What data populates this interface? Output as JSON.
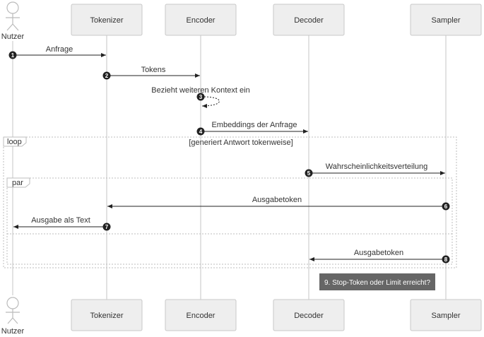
{
  "participants": {
    "nutzer": "Nutzer",
    "tokenizer": "Tokenizer",
    "encoder": "Encoder",
    "decoder": "Decoder",
    "sampler": "Sampler"
  },
  "messages": {
    "m1": {
      "num": "1",
      "label": "Anfrage"
    },
    "m2": {
      "num": "2",
      "label": "Tokens"
    },
    "m3": {
      "num": "3",
      "label": "Bezieht weiteren Kontext ein"
    },
    "m4": {
      "num": "4",
      "label": "Embeddings der Anfrage"
    },
    "m5": {
      "num": "5",
      "label": "Wahrscheinlichkeitsverteilung"
    },
    "m6": {
      "num": "6",
      "label": "Ausgabetoken"
    },
    "m7": {
      "num": "7",
      "label": "Ausgabe als Text"
    },
    "m8": {
      "num": "8",
      "label": "Ausgabetoken"
    }
  },
  "frames": {
    "loop": {
      "tag": "loop",
      "guard": "[generiert Antwort tokenweise]"
    },
    "par": {
      "tag": "par"
    }
  },
  "note": "9. Stop-Token oder Limit erreicht?",
  "colors": {
    "note_bg": "#666666",
    "box_bg": "#eeeeee",
    "marker": "#222222"
  }
}
